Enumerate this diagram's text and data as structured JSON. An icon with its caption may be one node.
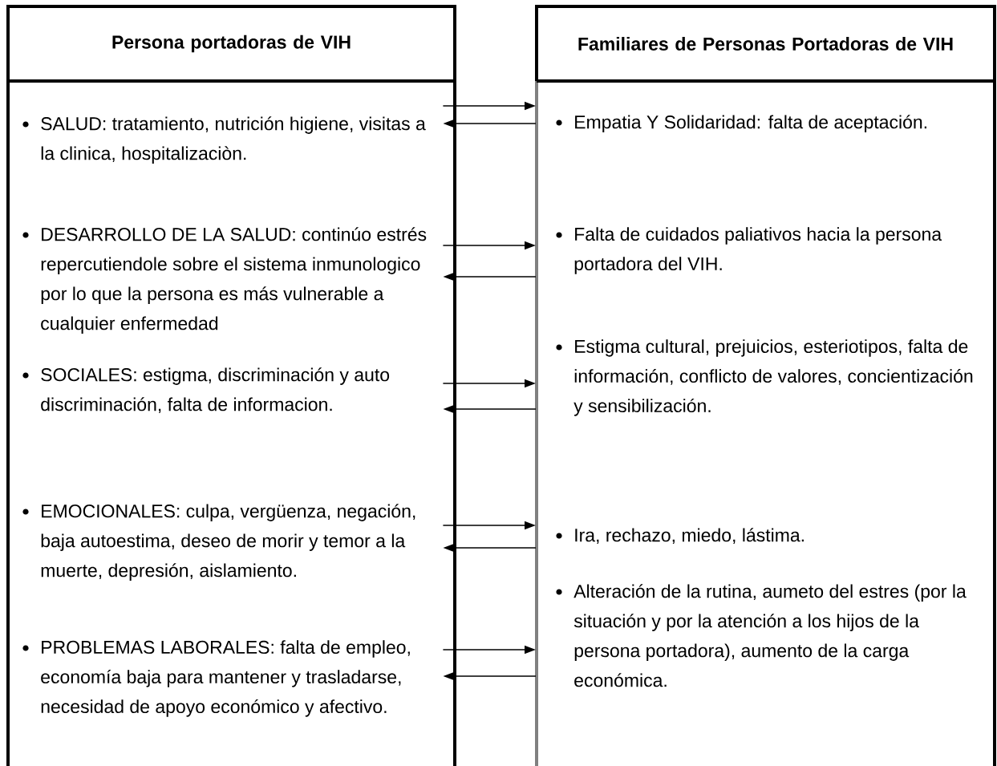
{
  "diagram": {
    "nodes": [
      {
        "text": [
          "Persona portadoras de VIH"
        ]
      },
      {
        "text": [
          "SALUD: tratamiento, nutrición higiene, visitas a la clinica, hospitalizaciòn."
        ],
        "in": 0
      },
      {
        "text": [
          "DESARROLLO DE LA SALUD: continúo estrés repercutiendole sobre el sistema inmunologico por lo que la persona es más vulnerable a cualquier enfermedad"
        ],
        "in": 0
      },
      {
        "text": [
          "SOCIALES: estigma, discriminación y auto discriminación, falta de informacion."
        ],
        "in": 0
      },
      {
        "text": [
          "EMOCIONALES: culpa, vergüenza, negación, baja autoestima, deseo de morir y temor a la muerte, depresión, aislamiento."
        ],
        "in": 0
      },
      {
        "text": [
          "PROBLEMAS LABORALES: falta de empleo, economía baja para mantener y trasladarse, necesidad de apoyo económico y afectivo."
        ],
        "in": 0
      },
      {
        "text": [
          "Familiares de Personas Portadoras de VIH"
        ]
      },
      {
        "text": [
          "Empatia Y Solidaridad: falta de aceptación."
        ],
        "in": 6
      },
      {
        "text": [
          "Falta de cuidados paliativos hacia la persona portadora del VIH."
        ],
        "in": 6
      },
      {
        "text": [
          "Estigma cultural, prejuicios, esteriotipos, falta de información, conflicto de valores, concientización y sensibilización."
        ],
        "in": 6
      },
      {
        "text": [
          "Ira, rechazo, miedo, lástima."
        ],
        "in": 6
      },
      {
        "text": [
          "Alteración de la rutina, aumeto del estres (por la situación y por la atención a los hijos de la persona portadora), aumento de la carga económica."
        ],
        "in": 6
      }
    ],
    "edges": [
      {
        "from": 1,
        "to": 7,
        "arrow": "to"
      },
      {
        "from": 7,
        "to": 1,
        "arrow": "to"
      },
      {
        "from": 2,
        "to": 8,
        "arrow": "to"
      },
      {
        "from": 8,
        "to": 2,
        "arrow": "to"
      },
      {
        "from": 3,
        "to": 9,
        "arrow": "to"
      },
      {
        "from": 9,
        "to": 3,
        "arrow": "to"
      },
      {
        "from": 4,
        "to": 10,
        "arrow": "to"
      },
      {
        "from": 10,
        "to": 4,
        "arrow": "to"
      },
      {
        "from": 5,
        "to": 11,
        "arrow": "to"
      },
      {
        "from": 11,
        "to": 5,
        "arrow": "to"
      }
    ]
  }
}
